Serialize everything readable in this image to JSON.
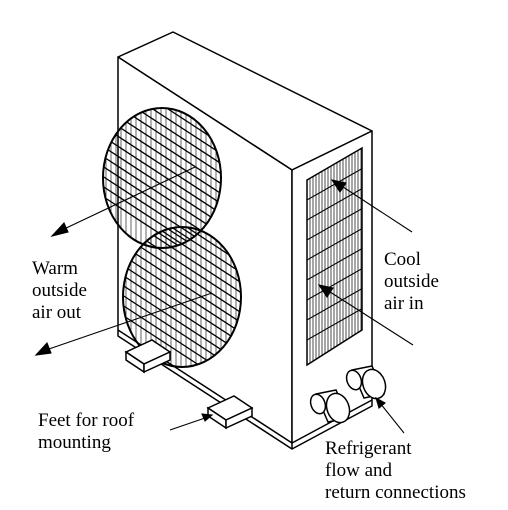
{
  "labels": {
    "warm": [
      "Warm",
      "outside",
      "air out"
    ],
    "cool": [
      "Cool",
      "outside",
      "air in"
    ],
    "feet": [
      "Feet for roof",
      "mounting"
    ],
    "refrigerant": [
      "Refrigerant",
      "flow and",
      "return connections"
    ]
  },
  "colors": {
    "ink": "#000000",
    "background": "#ffffff"
  }
}
